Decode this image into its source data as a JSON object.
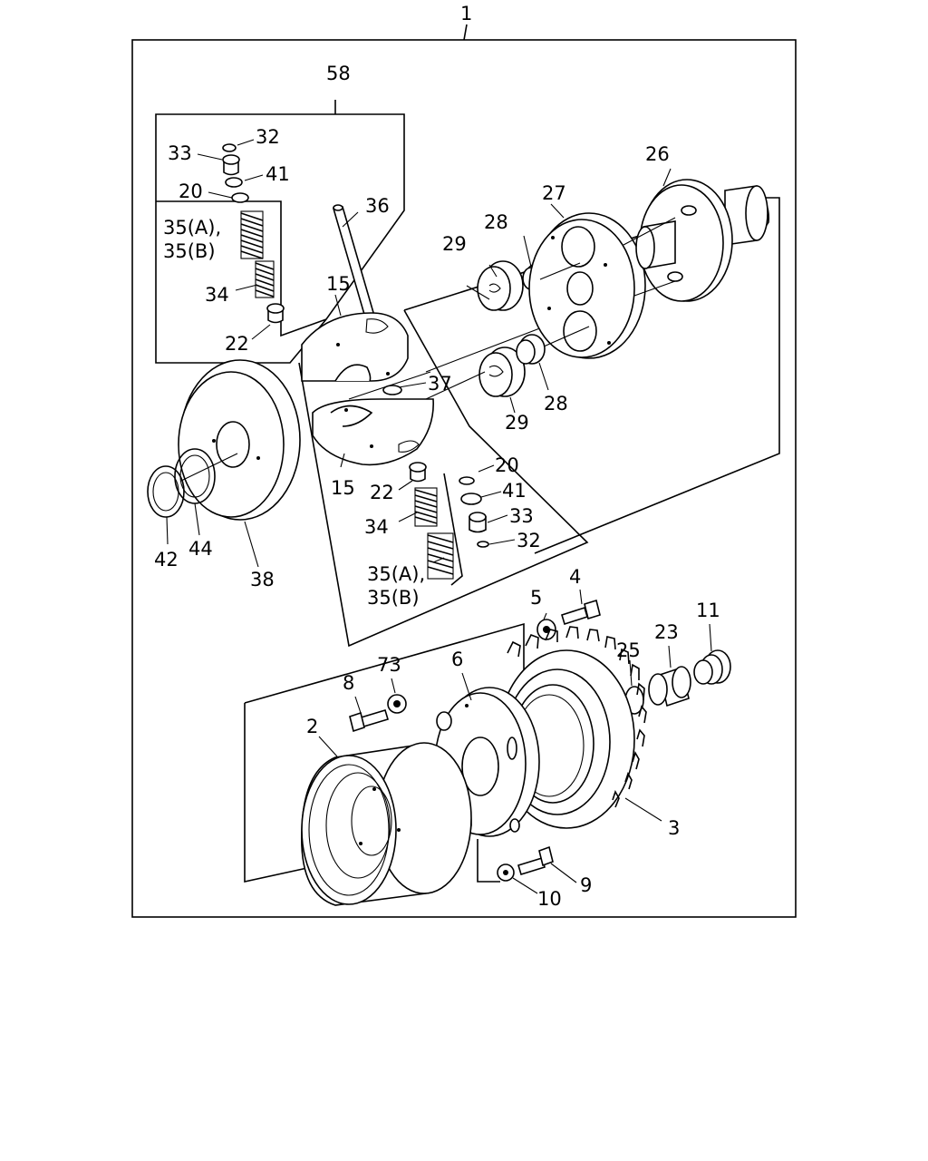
{
  "diagram": {
    "callouts": {
      "c1": "1",
      "c58": "58",
      "c32a": "32",
      "c33a": "33",
      "c41a": "41",
      "c20a": "20",
      "c35a_1": "35(A),",
      "c35a_2": "35(B)",
      "c34a": "34",
      "c22a": "22",
      "c36": "36",
      "c15a": "15",
      "c37": "37",
      "c15b": "15",
      "c22b": "22",
      "c20b": "20",
      "c41b": "41",
      "c33b": "33",
      "c34b": "34",
      "c32b": "32",
      "c35b_1": "35(A),",
      "c35b_2": "35(B)",
      "c29a": "29",
      "c28a": "28",
      "c27": "27",
      "c26": "26",
      "c29b": "29",
      "c28b": "28",
      "c42": "42",
      "c44": "44",
      "c38": "38",
      "c5": "5",
      "c4": "4",
      "c11": "11",
      "c23": "23",
      "c25": "25",
      "c6": "6",
      "c73": "73",
      "c8": "8",
      "c2": "2",
      "c3": "3",
      "c9": "9",
      "c10": "10"
    }
  }
}
